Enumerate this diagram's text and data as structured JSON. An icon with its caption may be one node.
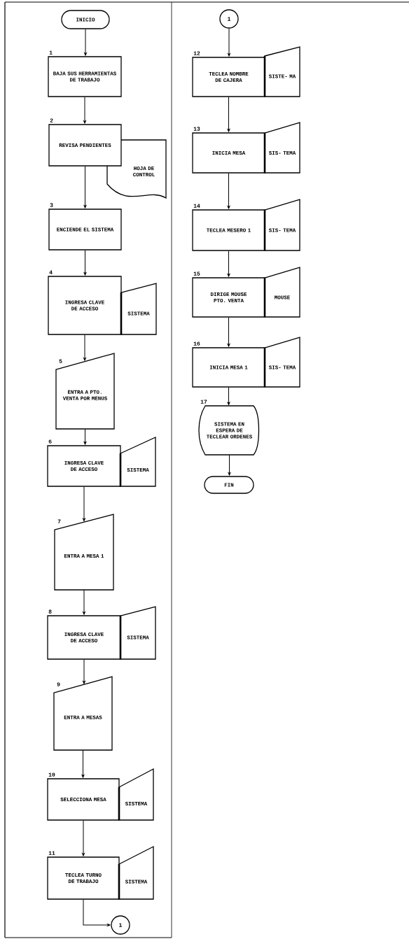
{
  "diagram": {
    "nodes": [
      {
        "text": [
          "INICIO"
        ]
      },
      {
        "text": [
          "BAJA SUS HERRAMIENTAS DE TRABAJO"
        ],
        "beside": [
          "1"
        ]
      },
      {
        "text": [
          "REVISA PENDIENTES"
        ],
        "beside": [
          "2"
        ]
      },
      {
        "text": [
          "HOJA DE CONTROL"
        ]
      },
      {
        "text": [
          "ENCIENDE EL SISTEMA"
        ],
        "beside": [
          "3"
        ]
      },
      {
        "text": [
          "INGRESA CLAVE DE ACCESO"
        ],
        "beside": [
          "4"
        ]
      },
      {
        "text": [
          "SISTEMA"
        ]
      },
      {
        "text": [
          "ENTRA A PTO. VENTA POR MENUS"
        ],
        "beside": [
          "5"
        ]
      },
      {
        "text": [
          "INGRESA CLAVE DE ACCESO"
        ],
        "beside": [
          "6"
        ]
      },
      {
        "text": [
          "SISTEMA"
        ]
      },
      {
        "text": [
          "ENTRA A MESA 1"
        ],
        "beside": [
          "7"
        ]
      },
      {
        "text": [
          "INGRESA CLAVE DE ACCESO"
        ],
        "beside": [
          "8"
        ]
      },
      {
        "text": [
          "SISTEMA"
        ]
      },
      {
        "text": [
          "ENTRA A MESAS"
        ],
        "beside": [
          "9"
        ]
      },
      {
        "text": [
          "SELECCIONA MESA"
        ],
        "beside": [
          "10"
        ]
      },
      {
        "text": [
          "SISTEMA"
        ]
      },
      {
        "text": [
          "TECLEA TURNO DE TRABAJO"
        ],
        "beside": [
          "11"
        ]
      },
      {
        "text": [
          "SISTEMA"
        ]
      },
      {
        "text": [
          "1"
        ]
      },
      {
        "text": [
          "1"
        ]
      },
      {
        "text": [
          "TECLEA NOMBRE DE CAJERA"
        ],
        "beside": [
          "12"
        ]
      },
      {
        "text": [
          "SISTE- MA"
        ]
      },
      {
        "text": [
          "INICIA MESA"
        ],
        "beside": [
          "13"
        ]
      },
      {
        "text": [
          "SIS- TEMA"
        ]
      },
      {
        "text": [
          "TECLEA MESERO 1"
        ],
        "beside": [
          "14"
        ]
      },
      {
        "text": [
          "SIS- TEMA"
        ]
      },
      {
        "text": [
          "DIRIGE MOUSE PTO. VENTA"
        ],
        "beside": [
          "15"
        ]
      },
      {
        "text": [
          "MOUSE"
        ]
      },
      {
        "text": [
          "INICIA MESA 1"
        ],
        "beside": [
          "16"
        ]
      },
      {
        "text": [
          "SIS- TEMA"
        ]
      },
      {
        "text": [
          "SISTEMA EN ESPERA DE TECLEAR ORDENES"
        ],
        "beside": [
          "17"
        ]
      },
      {
        "text": [
          "FIN"
        ]
      }
    ],
    "edges": [
      {
        "from": 0,
        "to": 1,
        "arrow": "to"
      },
      {
        "from": 1,
        "to": 2,
        "arrow": "to"
      },
      {
        "from": 2,
        "to": 4,
        "arrow": "to"
      },
      {
        "from": 4,
        "to": 5,
        "arrow": "to"
      },
      {
        "from": 5,
        "to": 7,
        "arrow": "to"
      },
      {
        "from": 7,
        "to": 8,
        "arrow": "to"
      },
      {
        "from": 8,
        "to": 10,
        "arrow": "to"
      },
      {
        "from": 10,
        "to": 11,
        "arrow": "to"
      },
      {
        "from": 11,
        "to": 13,
        "arrow": "to"
      },
      {
        "from": 13,
        "to": 14,
        "arrow": "to"
      },
      {
        "from": 14,
        "to": 16,
        "arrow": "to"
      },
      {
        "from": 16,
        "to": 18,
        "arrow": "to"
      },
      {
        "from": 19,
        "to": 20,
        "arrow": "to"
      },
      {
        "from": 20,
        "to": 22,
        "arrow": "to"
      },
      {
        "from": 22,
        "to": 24,
        "arrow": "to"
      },
      {
        "from": 24,
        "to": 26,
        "arrow": "to"
      },
      {
        "from": 26,
        "to": 28,
        "arrow": "to"
      },
      {
        "from": 28,
        "to": 30,
        "arrow": "to"
      },
      {
        "from": 30,
        "to": 31,
        "arrow": "to"
      }
    ]
  }
}
